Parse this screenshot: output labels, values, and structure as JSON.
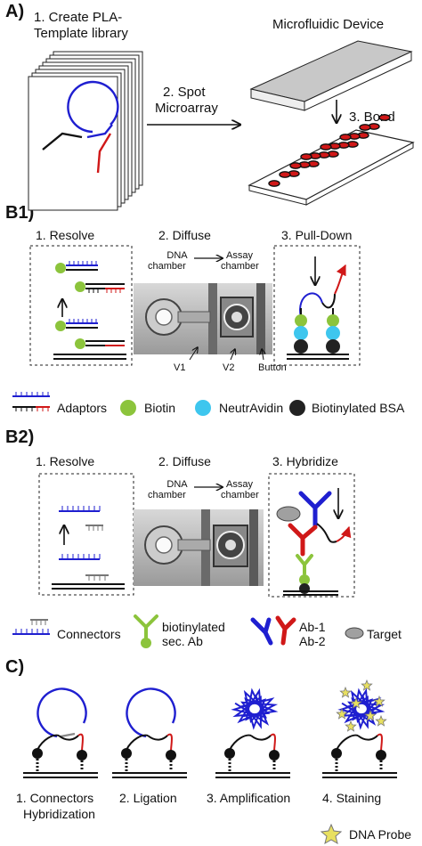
{
  "panel_a": {
    "label": "A)",
    "step1_line1": "1. Create PLA-",
    "step1_line2": "Template library",
    "device_title": "Microfluidic Device",
    "step2_line1": "2. Spot",
    "step2_line2": "Microarray",
    "step3": "3. Bond"
  },
  "panel_b1": {
    "label": "B1)",
    "step1": "1. Resolve",
    "step2": "2. Diffuse",
    "step3": "3. Pull-Down",
    "dna_chamber_1": "DNA",
    "dna_chamber_2": "chamber",
    "assay_chamber_1": "Assay",
    "assay_chamber_2": "chamber",
    "v1": "V1",
    "v2": "V2",
    "button": "Button",
    "legend": {
      "adaptors": "Adaptors",
      "biotin": "Biotin",
      "neutravidin": "NeutrAvidin",
      "bsa": "Biotinylated BSA"
    }
  },
  "panel_b2": {
    "label": "B2)",
    "step1": "1. Resolve",
    "step2": "2. Diffuse",
    "step3": "3. Hybridize",
    "dna_chamber_1": "DNA",
    "dna_chamber_2": "chamber",
    "assay_chamber_1": "Assay",
    "assay_chamber_2": "chamber",
    "legend": {
      "connectors": "Connectors",
      "sec_ab_1": "biotinylated",
      "sec_ab_2": "sec. Ab",
      "ab1": "Ab-1",
      "ab2": "Ab-2",
      "target": "Target"
    }
  },
  "panel_c": {
    "label": "C)",
    "step1_line1": "1. Connectors",
    "step1_line2": "Hybridization",
    "step2": "2. Ligation",
    "step3": "3. Amplification",
    "step4": "4. Staining",
    "dna_probe": "DNA Probe"
  },
  "colors": {
    "blue": "#1f1fd0",
    "red": "#d01818",
    "biotin_green": "#8cc43c",
    "neutravidin_cyan": "#3ec6ee",
    "bsa_black": "#222222",
    "target_gray": "#a0a0a0",
    "star_yellow": "#e8e060"
  }
}
